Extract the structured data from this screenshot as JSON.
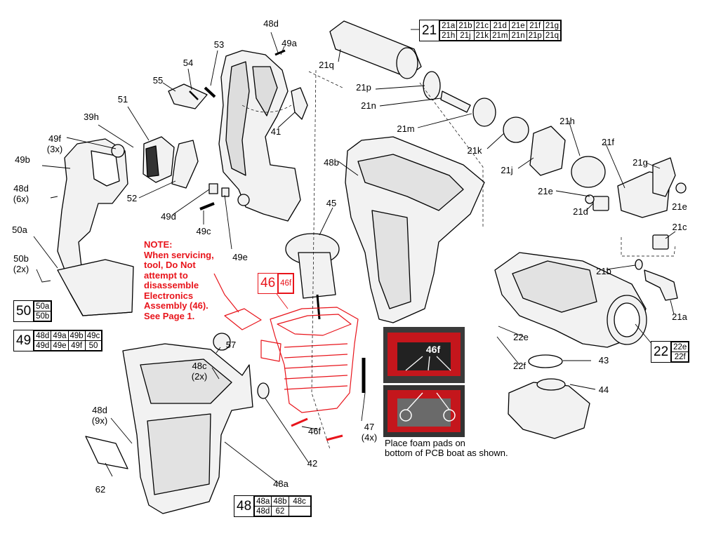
{
  "colors": {
    "note_red": "#e8141b",
    "line": "#000000",
    "part_fill": "#f2f2f2",
    "pcb_red": "#c4161c"
  },
  "labels": {
    "l48d_top": "48d",
    "l49a": "49a",
    "l53": "53",
    "l54": "54",
    "l55": "55",
    "l51": "51",
    "l39h": "39h",
    "l49f": "49f",
    "l49f_q": "(3x)",
    "l49b": "49b",
    "l48d_mid": "48d",
    "l48d_mid_q": "(6x)",
    "l50a": "50a",
    "l50b": "50b",
    "l50b_q": "(2x)",
    "l52": "52",
    "l49d": "49d",
    "l49c": "49c",
    "l49e": "49e",
    "l41": "41",
    "l48b": "48b",
    "l45": "45",
    "l57": "57",
    "l48c": "48c",
    "l48c_q": "(2x)",
    "l48d_low": "48d",
    "l48d_low_q": "(9x)",
    "l62": "62",
    "l42": "42",
    "l46f": "46f",
    "l47": "47",
    "l47_q": "(4x)",
    "l48a": "48a",
    "l21q": "21q",
    "l21p": "21p",
    "l21n": "21n",
    "l21m": "21m",
    "l21k": "21k",
    "l21j": "21j",
    "l21h": "21h",
    "l21f": "21f",
    "l21g": "21g",
    "l21e_a": "21e",
    "l21e_b": "21e",
    "l21d": "21d",
    "l21c": "21c",
    "l21b": "21b",
    "l21a": "21a",
    "l22e": "22e",
    "l22f": "22f",
    "l43": "43",
    "l44": "44"
  },
  "note": "NOTE:\nWhen servicing,\ntool, Do Not\nattempt to\ndisassemble\nElectronics\nAssembly (46).\nSee Page 1.",
  "photo": {
    "label": "46f",
    "caption": "Place foam pads on\nbottom of PCB boat as shown."
  },
  "groups": {
    "g21": {
      "num": "21",
      "rows": [
        [
          "21a",
          "21b",
          "21c",
          "21d",
          "21e",
          "21f",
          "21g"
        ],
        [
          "21h",
          "21j",
          "21k",
          "21m",
          "21n",
          "21p",
          "21q"
        ]
      ]
    },
    "g50": {
      "num": "50",
      "rows": [
        [
          "50a"
        ],
        [
          "50b"
        ]
      ]
    },
    "g49": {
      "num": "49",
      "rows": [
        [
          "48d",
          "49a",
          "49b",
          "49c"
        ],
        [
          "49d",
          "49e",
          "49f",
          "50"
        ]
      ]
    },
    "g46": {
      "num": "46",
      "rows": [
        [
          "46f"
        ]
      ]
    },
    "g22": {
      "num": "22",
      "rows": [
        [
          "22e"
        ],
        [
          "22f"
        ]
      ]
    },
    "g48": {
      "num": "48",
      "rows": [
        [
          "48a",
          "48b",
          "48c"
        ],
        [
          "48d",
          "62",
          ""
        ]
      ]
    }
  }
}
